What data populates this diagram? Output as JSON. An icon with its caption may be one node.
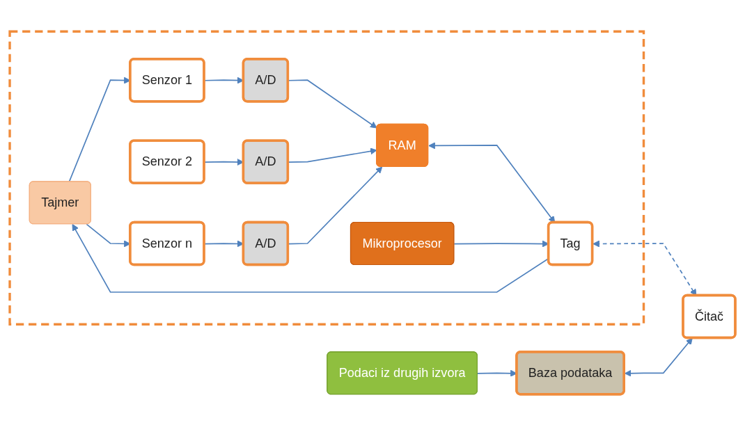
{
  "diagram": {
    "nodes": [
      {
        "text": [],
        "shape": "box"
      },
      {
        "text": [
          "Senzor 1"
        ],
        "in": 0
      },
      {
        "text": [
          "Senzor 2"
        ],
        "in": 0
      },
      {
        "text": [
          "Senzor n"
        ],
        "in": 0
      },
      {
        "text": [
          "A/D"
        ],
        "in": 0
      },
      {
        "text": [
          "A/D"
        ],
        "in": 0
      },
      {
        "text": [
          "A/D"
        ],
        "in": 0
      },
      {
        "text": [
          "Tajmer"
        ],
        "in": 0
      },
      {
        "text": [
          "RAM"
        ],
        "in": 0
      },
      {
        "text": [
          "Tag"
        ],
        "in": 0
      },
      {
        "text": [
          "Mikroprocesor"
        ],
        "in": 0
      },
      {
        "text": [
          "Podaci iz drugih izvora"
        ]
      },
      {
        "text": [
          "Baza podataka"
        ]
      },
      {
        "text": [
          "Čitač"
        ]
      }
    ],
    "edges": [
      {
        "from": 7,
        "to": 1,
        "arrow": "to"
      },
      {
        "from": 7,
        "to": 3,
        "arrow": "to"
      },
      {
        "from": 1,
        "to": 4,
        "arrow": "to"
      },
      {
        "from": 2,
        "to": 5,
        "arrow": "to"
      },
      {
        "from": 3,
        "to": 6,
        "arrow": "to"
      },
      {
        "from": 4,
        "to": 8,
        "arrow": "to"
      },
      {
        "from": 5,
        "to": 8,
        "arrow": "to"
      },
      {
        "from": 6,
        "to": 8,
        "arrow": "to"
      },
      {
        "from": 8,
        "to": 9,
        "arrow": "both"
      },
      {
        "from": 9,
        "to": 7,
        "arrow": "to"
      },
      {
        "from": 10,
        "to": 9,
        "arrow": "to"
      },
      {
        "from": 9,
        "to": 13,
        "arrow": "both",
        "style": "dashed"
      },
      {
        "from": 11,
        "to": 12,
        "arrow": "to"
      },
      {
        "from": 12,
        "to": 13,
        "arrow": "both"
      }
    ]
  }
}
